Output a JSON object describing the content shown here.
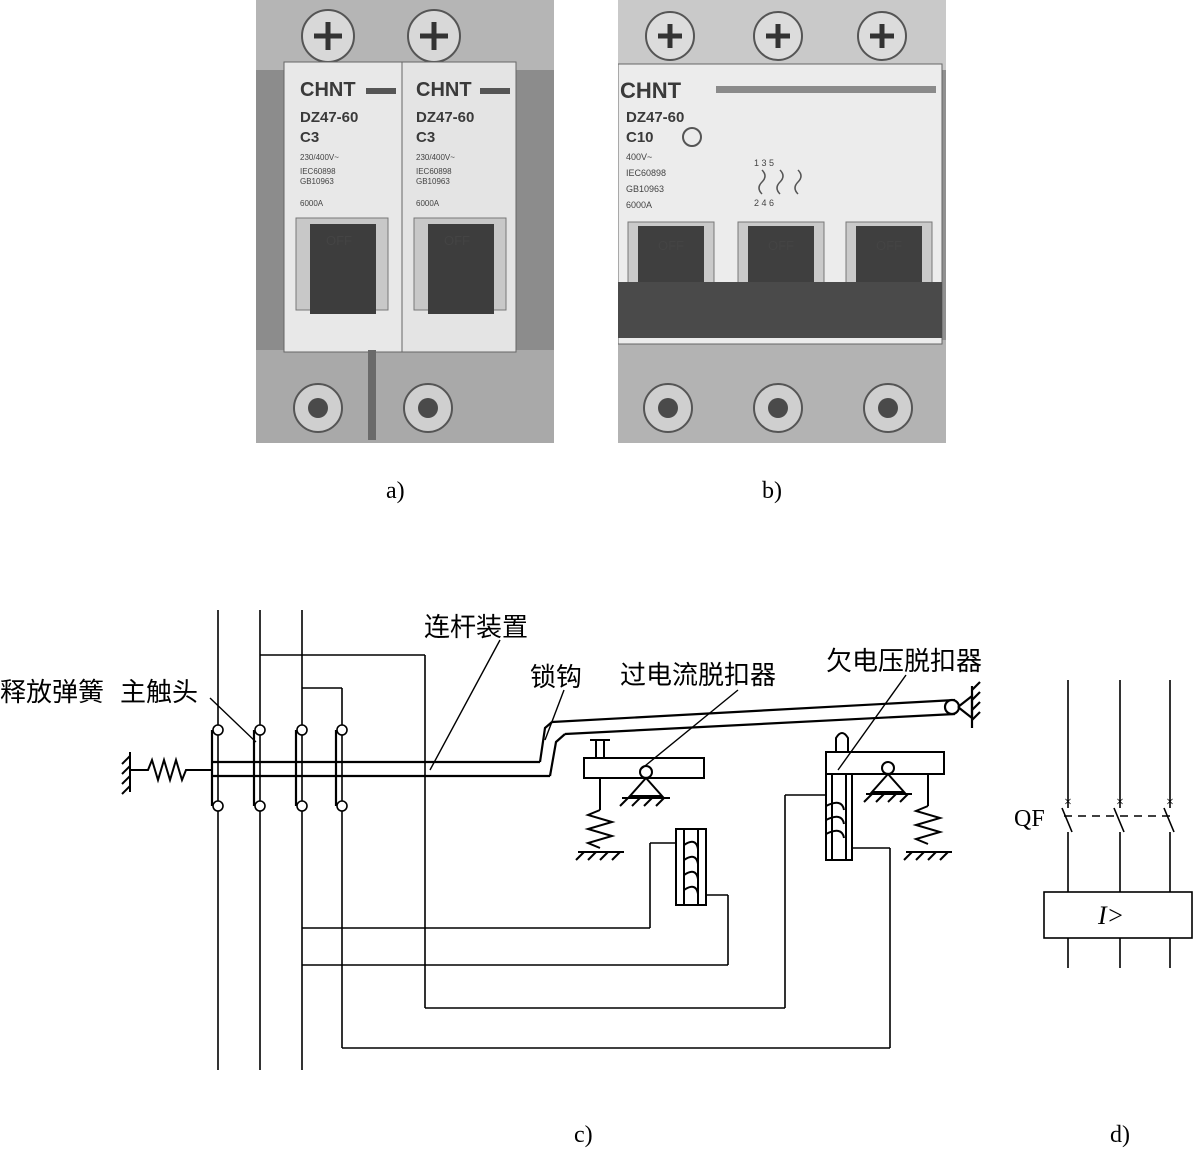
{
  "figure": {
    "captions": {
      "a": "a)",
      "b": "b)",
      "c": "c)",
      "d": "d)"
    }
  },
  "photo_a": {
    "brand": "CHNT",
    "model": "DZ47-60",
    "rating": "C3",
    "handle_text": "OFF",
    "small_lines": [
      "230/400V~",
      "IEC60898",
      "GB10963",
      "6000A"
    ]
  },
  "photo_b": {
    "brand": "CHNT",
    "model": "DZ47-60",
    "rating": "C10",
    "handle_text": "OFF",
    "small_lines": [
      "400V~",
      "IEC60898",
      "GB10963",
      "6000A"
    ],
    "terminal_top": "1 3 5",
    "terminal_bottom": "2 4 6"
  },
  "diagram_c": {
    "labels": {
      "release_spring": "释放弹簧",
      "main_contact": "主触头",
      "linkage": "连杆装置",
      "latch_hook": "锁钩",
      "overcurrent_release": "过电流脱扣器",
      "undervoltage_release": "欠电压脱扣器"
    }
  },
  "diagram_d": {
    "device_label": "QF",
    "relay_label": "I>"
  }
}
